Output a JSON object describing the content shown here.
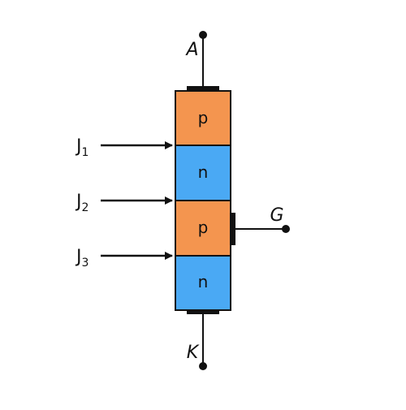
{
  "terminals": {
    "anode": "A",
    "cathode": "K",
    "gate": "G"
  },
  "layers": [
    {
      "label": "p",
      "color": "#f4954f"
    },
    {
      "label": "n",
      "color": "#4aa9f4"
    },
    {
      "label": "p",
      "color": "#f4954f"
    },
    {
      "label": "n",
      "color": "#4aa9f4"
    }
  ],
  "junctions": [
    {
      "letter": "J",
      "sub": "1"
    },
    {
      "letter": "J",
      "sub": "2"
    },
    {
      "letter": "J",
      "sub": "3"
    }
  ],
  "colors": {
    "outline": "#111111",
    "p_layer": "#f4954f",
    "n_layer": "#4aa9f4"
  }
}
